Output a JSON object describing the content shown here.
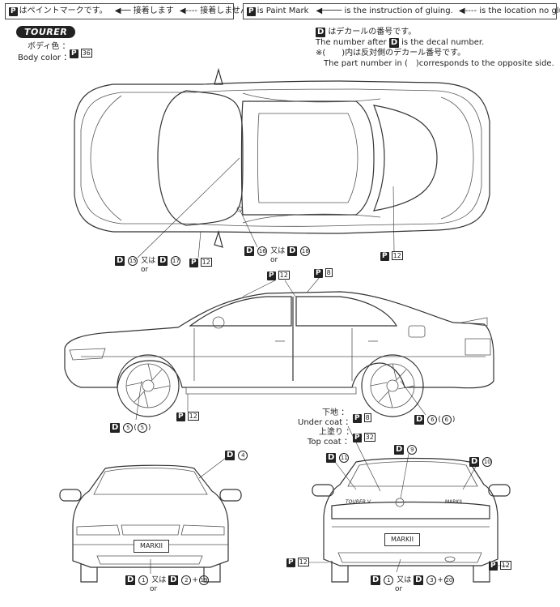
{
  "legend": {
    "jp_paint": "はペイントマークです。",
    "jp_glue": "接着します",
    "jp_noglue": "接着しません",
    "en_paint": "is Paint Mark",
    "en_glue": "is the instruction of gluing.",
    "en_noglue": "is the location no gluing.",
    "p_mark": "P"
  },
  "model_badge": "TOURER",
  "body_color": {
    "jp": "ボディ色 ：",
    "en": "Body color ：",
    "code": "36"
  },
  "decal_info": {
    "d_mark": "D",
    "line1_jp": "はデカールの番号です。",
    "line2_en_pre": "The number after",
    "line2_en_post": "is the decal number.",
    "line3_jp": "※(　　)内は反対側のデカール番号です。",
    "line4_en": "The part number in (　)corresponds to the opposite side."
  },
  "callouts": {
    "top_d15": {
      "d": "15",
      "or_jp": "又は",
      "or_en": "or",
      "alt": "17"
    },
    "top_p12_a": {
      "code": "12"
    },
    "top_d16": {
      "d": "16",
      "or_jp": "又は",
      "or_en": "or",
      "alt": "18"
    },
    "top_p12_b": {
      "code": "12"
    },
    "side_p12_roof": {
      "code": "12"
    },
    "side_p8_roof": {
      "code": "8"
    },
    "side_d5_front": {
      "d": "5",
      "alt": "5"
    },
    "side_p12_sill": {
      "code": "12"
    },
    "side_d5_rear": {
      "d": "6",
      "alt": "6"
    },
    "front_d4": {
      "d": "4"
    },
    "front_decals": {
      "d": "1",
      "or_jp": "又は",
      "or_en": "or",
      "alt": "2",
      "plus": "19"
    },
    "rear_d11": {
      "d": "11"
    },
    "rear_d9": {
      "d": "9"
    },
    "rear_d10": {
      "d": "10"
    },
    "rear_p12_left": {
      "code": "12"
    },
    "rear_p12_right": {
      "code": "12"
    },
    "rear_decals": {
      "d": "1",
      "or_jp": "又は",
      "or_en": "or",
      "alt": "3",
      "plus": "20"
    }
  },
  "coat_info": {
    "undercoat_jp": "下地 ：",
    "undercoat_en": "Under coat ：",
    "undercoat_code": "8",
    "topcoat_jp": "上塗り ：",
    "topcoat_en": "Top coat ：",
    "topcoat_code": "32"
  },
  "plates": {
    "front": "MARKII",
    "rear": "MARKII",
    "rear_trunk_badge": "TOURER V",
    "rear_right_badge": "MARKII"
  }
}
